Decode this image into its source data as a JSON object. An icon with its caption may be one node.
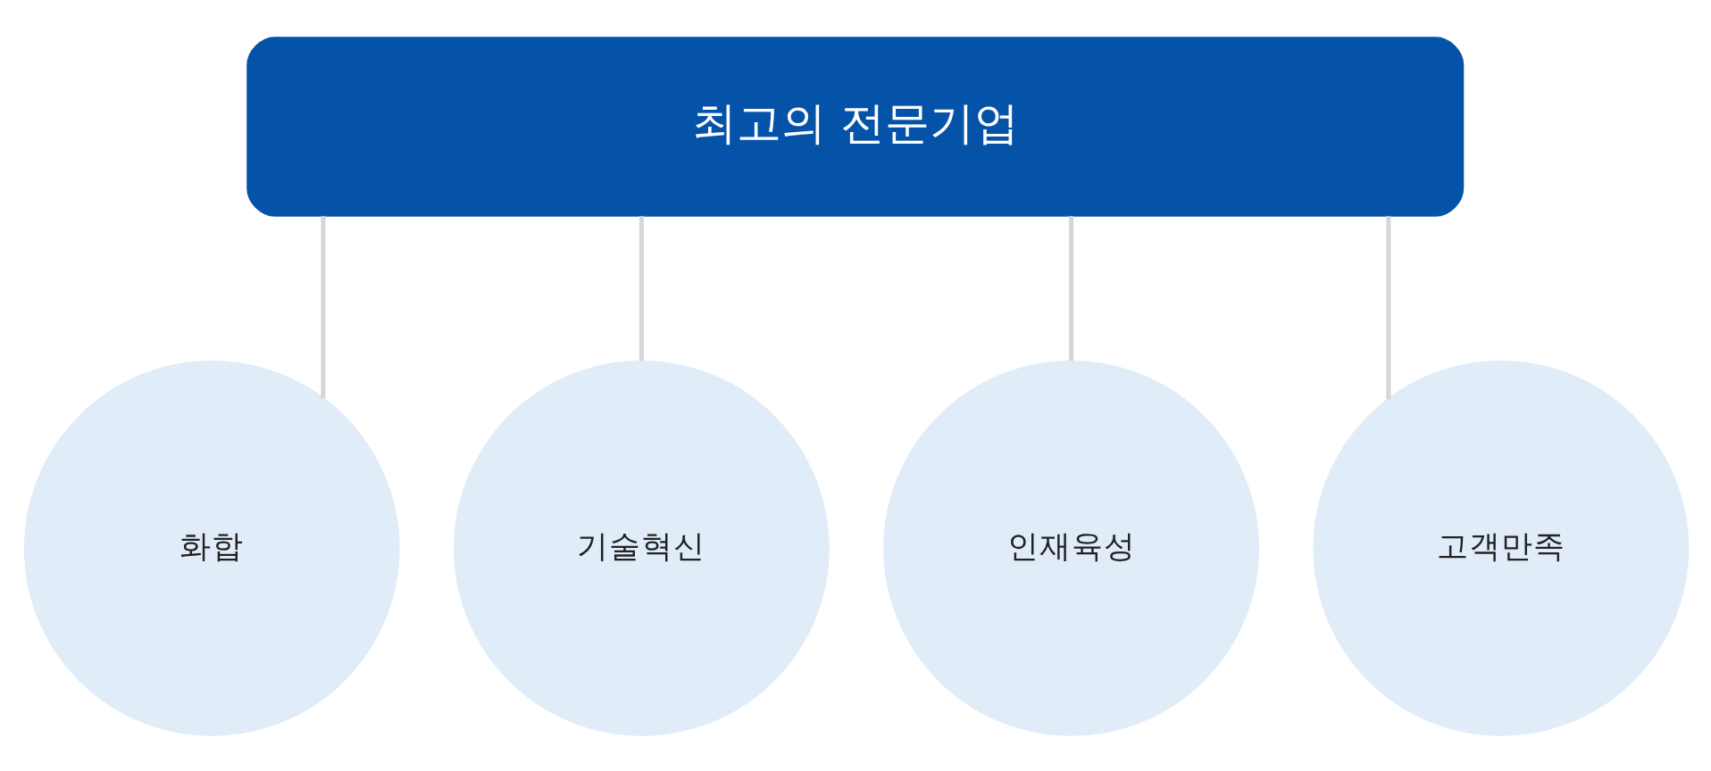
{
  "diagram": {
    "nodes": [
      {
        "text": [
          "최고의 전문기업"
        ]
      },
      {
        "text": [
          "화합"
        ]
      },
      {
        "text": [
          "기술혁신"
        ]
      },
      {
        "text": [
          "인재육성"
        ]
      },
      {
        "text": [
          "고객만족"
        ]
      }
    ],
    "edges": [
      {
        "from": 0,
        "to": 1,
        "arrow": "none"
      },
      {
        "from": 0,
        "to": 2,
        "arrow": "none"
      },
      {
        "from": 0,
        "to": 3,
        "arrow": "none"
      },
      {
        "from": 0,
        "to": 4,
        "arrow": "none"
      }
    ]
  }
}
